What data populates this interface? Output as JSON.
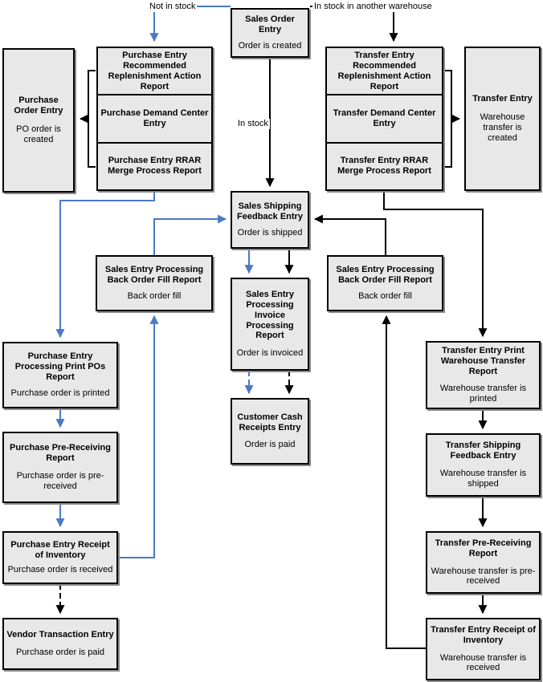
{
  "edge_labels": {
    "not_in_stock": "Not in stock",
    "in_stock_other_warehouse": "In stock in another warehouse",
    "in_stock": "In stock"
  },
  "colors": {
    "flow_blue": "#4a79c5",
    "flow_black": "#000000",
    "node_fill": "#e8e8e8",
    "node_border": "#000000"
  },
  "nodes": {
    "sales_order": {
      "title": "Sales Order Entry",
      "subtitle": "Order is created"
    },
    "purchase_order": {
      "title": "Purchase Order Entry",
      "subtitle": "PO order is created"
    },
    "transfer_entry": {
      "title": "Transfer Entry",
      "subtitle": "Warehouse transfer is created"
    },
    "sales_shipping": {
      "title": "Sales Shipping Feedback Entry",
      "subtitle": "Order is shipped"
    },
    "left_back_order": {
      "title": "Sales Entry Processing Back Order Fill Report",
      "subtitle": "Back order fill"
    },
    "right_back_order": {
      "title": "Sales Entry Processing Back Order Fill Report",
      "subtitle": "Back order fill"
    },
    "invoice": {
      "title": "Sales Entry Processing Invoice Processing Report",
      "subtitle": "Order is invoiced"
    },
    "customer_cash": {
      "title": "Customer Cash Receipts Entry",
      "subtitle": "Order is paid"
    },
    "print_pos": {
      "title": "Purchase Entry Processing Print POs Report",
      "subtitle": "Purchase order is printed"
    },
    "pre_receiving": {
      "title": "Purchase Pre-Receiving Report",
      "subtitle": "Purchase order is pre-received"
    },
    "receipt_inventory": {
      "title": "Purchase Entry Receipt of Inventory",
      "subtitle": "Purchase order is received"
    },
    "vendor_transaction": {
      "title": "Vendor Transaction Entry",
      "subtitle": "Purchase order is paid"
    },
    "t_print_warehouse": {
      "title": "Transfer Entry Print Warehouse Transfer Report",
      "subtitle": "Warehouse transfer is printed"
    },
    "t_shipping": {
      "title": "Transfer Shipping Feedback Entry",
      "subtitle": "Warehouse transfer is shipped"
    },
    "t_pre_receiving": {
      "title": "Transfer Pre-Receiving Report",
      "subtitle": "Warehouse transfer is pre-received"
    },
    "t_receipt": {
      "title": "Transfer Entry Receipt of Inventory",
      "subtitle": "Warehouse transfer is received"
    }
  },
  "stacks": {
    "purchase": {
      "cells": [
        "Purchase Entry Recommended Replenishment Action Report",
        "Purchase Demand Center Entry",
        "Purchase Entry RRAR Merge Process Report"
      ]
    },
    "transfer": {
      "cells": [
        "Transfer Entry Recommended Replenishment Action Report",
        "Transfer Demand Center Entry",
        "Transfer Entry RRAR Merge Process Report"
      ]
    }
  }
}
